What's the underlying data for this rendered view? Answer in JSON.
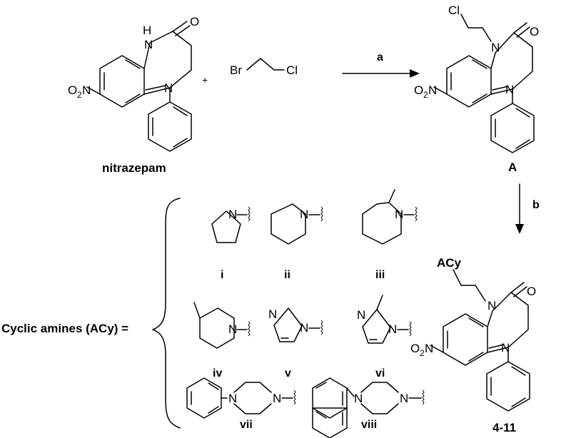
{
  "atoms": {
    "H": "H",
    "N": "N",
    "O": "O",
    "Br": "Br",
    "Cl": "Cl"
  },
  "nitro": {
    "main": "O",
    "sub": "2",
    "tail": "N"
  },
  "plus": "+",
  "arrows": {
    "a": "a",
    "b": "b"
  },
  "compounds": {
    "nitrazepam": "nitrazepam",
    "A": "A",
    "product": "4-11"
  },
  "acy": "ACy",
  "cyclic_label": "Cyclic amines (ACy) =",
  "numerals": [
    "i",
    "ii",
    "iii",
    "iv",
    "v",
    "vi",
    "vii",
    "viii"
  ]
}
